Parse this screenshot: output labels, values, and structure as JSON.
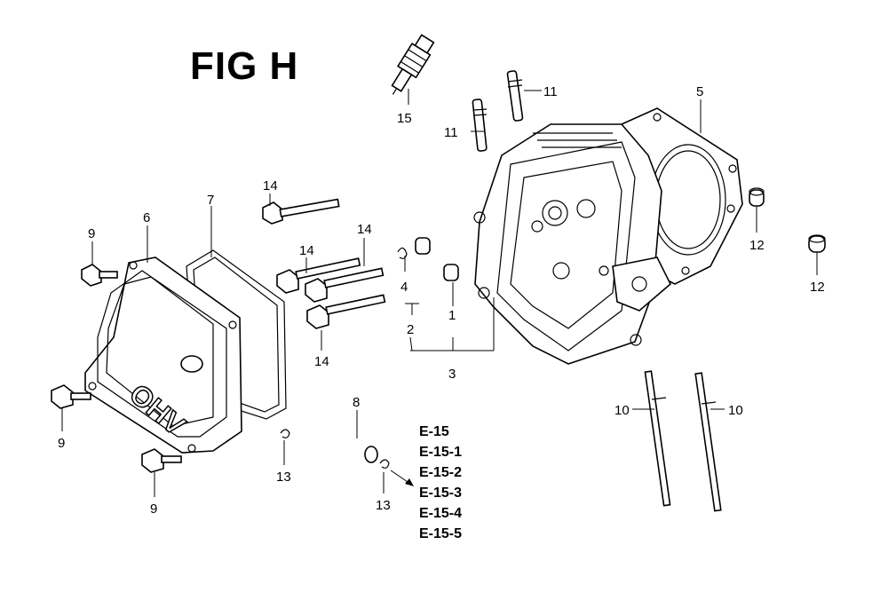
{
  "figure": {
    "title": "FIG H"
  },
  "callouts": [
    {
      "id": "c15",
      "label": "15"
    },
    {
      "id": "c11a",
      "label": "11"
    },
    {
      "id": "c11b",
      "label": "11"
    },
    {
      "id": "c5",
      "label": "5"
    },
    {
      "id": "c14a",
      "label": "14"
    },
    {
      "id": "c14b",
      "label": "14"
    },
    {
      "id": "c14c",
      "label": "14"
    },
    {
      "id": "c14d",
      "label": "14"
    },
    {
      "id": "c6",
      "label": "6"
    },
    {
      "id": "c7",
      "label": "7"
    },
    {
      "id": "c9a",
      "label": "9"
    },
    {
      "id": "c9b",
      "label": "9"
    },
    {
      "id": "c9c",
      "label": "9"
    },
    {
      "id": "c4",
      "label": "4"
    },
    {
      "id": "c2",
      "label": "2"
    },
    {
      "id": "c1",
      "label": "1"
    },
    {
      "id": "c3",
      "label": "3"
    },
    {
      "id": "c12a",
      "label": "12"
    },
    {
      "id": "c12b",
      "label": "12"
    },
    {
      "id": "c10a",
      "label": "10"
    },
    {
      "id": "c10b",
      "label": "10"
    },
    {
      "id": "c8",
      "label": "8"
    },
    {
      "id": "c13a",
      "label": "13"
    },
    {
      "id": "c13b",
      "label": "13"
    }
  ],
  "cover_lettering": "OHV",
  "references": [
    "E-15",
    "E-15-1",
    "E-15-2",
    "E-15-3",
    "E-15-4",
    "E-15-5"
  ]
}
